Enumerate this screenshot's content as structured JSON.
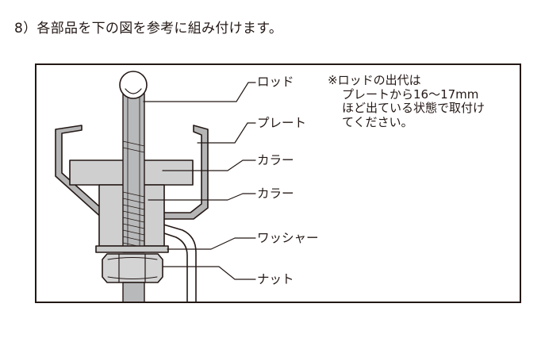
{
  "heading": "8）各部品を下の図を参考に組み付けます。",
  "labels": {
    "rod": "ロッド",
    "plate": "プレート",
    "collar_upper": "カラー",
    "collar_lower": "カラー",
    "washer": "ワッシャー",
    "nut": "ナット"
  },
  "note": {
    "line1": "※ロッドの出代は",
    "line2": "プレートから16〜17mm",
    "line3": "ほど出ている状態で取付け",
    "line4": "てください。"
  },
  "colors": {
    "ink": "#231815",
    "plate_gray": "#b5b5b6",
    "plate_dark": "#9fa0a0",
    "collar_gray": "#cfcfd0",
    "washer_gray": "#c9caca",
    "nut_gray": "#d4d4d5",
    "rod_gray": "#b8b9ba"
  }
}
